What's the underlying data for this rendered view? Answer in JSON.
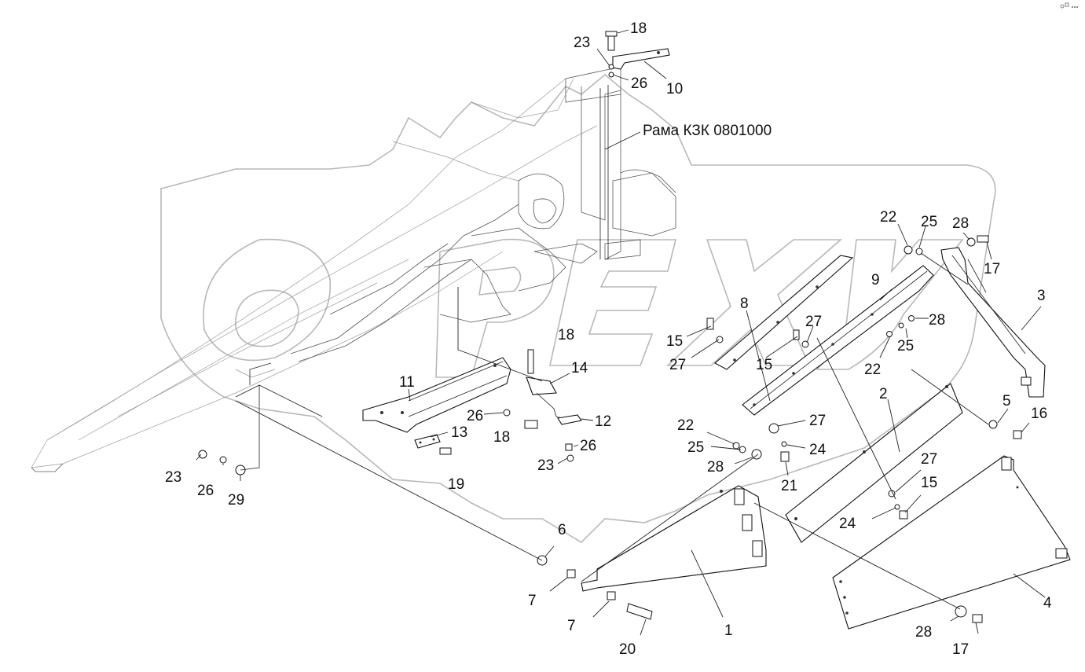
{
  "diagram": {
    "frame_label": "Рама КЗК 0801000",
    "callouts": {
      "p18_top": "18",
      "p23_top": "23",
      "p26_top": "26",
      "p10": "10",
      "p22_a": "22",
      "p25_a": "25",
      "p28_a": "28",
      "p17_a": "17",
      "p9": "9",
      "p8": "8",
      "p3": "3",
      "p15_a": "15",
      "p27_a": "27",
      "p27_b": "27",
      "p15_b": "15",
      "p28_b": "28",
      "p25_b": "25",
      "p22_b": "22",
      "p18_mid": "18",
      "p14": "14",
      "p11": "11",
      "p26_mid": "26",
      "p12": "12",
      "p18_low": "18",
      "p13": "13",
      "p26_low": "26",
      "p23_low": "23",
      "p19": "19",
      "p23_left": "23",
      "p26_left": "26",
      "p29": "29",
      "p22_c": "22",
      "p25_c": "25",
      "p28_c": "28",
      "p27_c": "27",
      "p24_a": "24",
      "p21": "21",
      "p2": "2",
      "p5": "5",
      "p16": "16",
      "p27_d": "27",
      "p15_c": "15",
      "p24_b": "24",
      "p6": "6",
      "p7_a": "7",
      "p7_b": "7",
      "p20": "20",
      "p1": "1",
      "p4": "4",
      "p28_d": "28",
      "p17_b": "17"
    },
    "watermark_icon": "opex-gear-watermark"
  },
  "colors": {
    "line": "#111111",
    "watermark": "#b8b8b8",
    "background": "#ffffff"
  },
  "toolbar": {
    "icon": "window-controls-icon"
  }
}
